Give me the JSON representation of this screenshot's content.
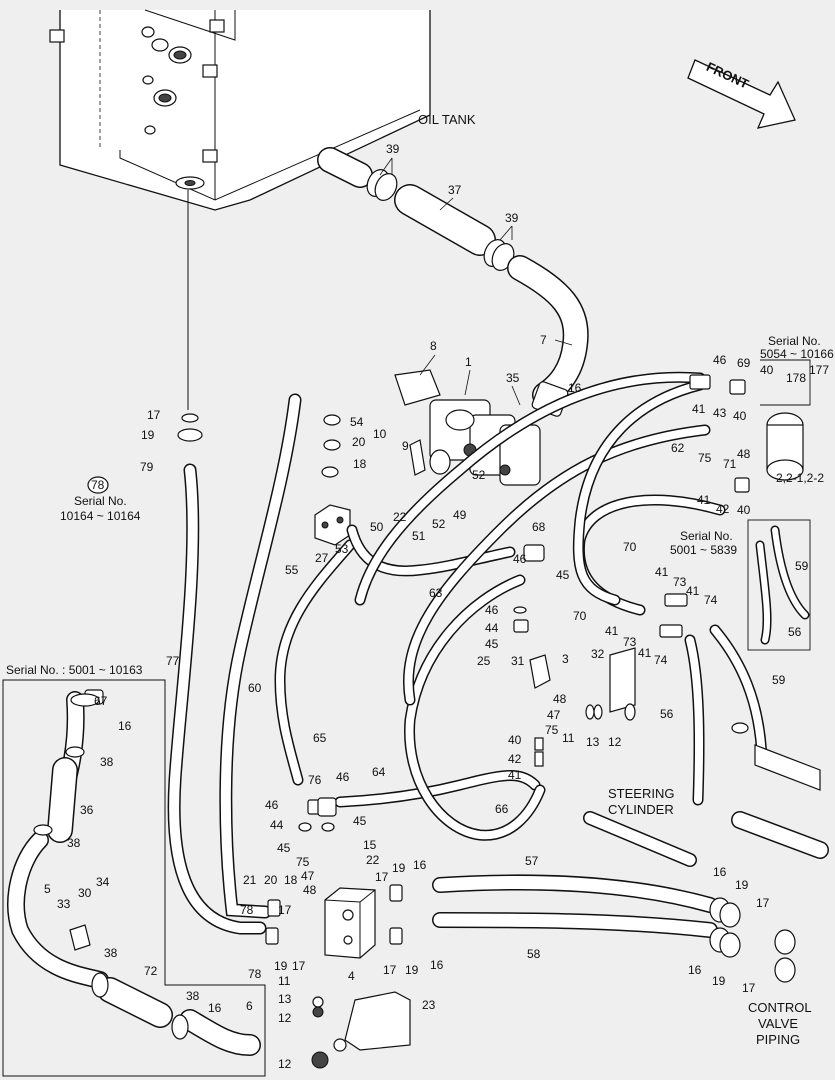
{
  "labels": {
    "oil_tank": "OIL TANK",
    "front": "FRONT",
    "steering_cylinder_1": "STEERING",
    "steering_cylinder_2": "CYLINDER",
    "control_valve_1": "CONTROL",
    "control_valve_2": "VALVE",
    "control_valve_3": "PIPING"
  },
  "serial_notes": {
    "right_top_title": "Serial No.",
    "right_top_range": "5054 ~ 10166",
    "right_top_parts": "2,2-1,2-2",
    "right_mid_title": "Serial No.",
    "right_mid_range": "5001 ~ 5839",
    "left_mid_callout": "78",
    "left_mid_title": "Serial No.",
    "left_mid_range": "10164 ~ 10164",
    "inset_title": "Serial No. : 5001 ~ 10163"
  },
  "parts": {
    "p1": "1",
    "p3": "3",
    "p4": "4",
    "p5": "5",
    "p6": "6",
    "p7": "7",
    "p8": "8",
    "p9": "9",
    "p10": "10",
    "p11": "11",
    "p11b": "11",
    "p12": "12",
    "p12b": "12",
    "p12c": "12",
    "p13": "13",
    "p13b": "13",
    "p15": "15",
    "p16": "16",
    "p16b": "16",
    "p16c": "16",
    "p16d": "16",
    "p16e": "16",
    "p16f": "16",
    "p16g": "16",
    "p17": "17",
    "p17b": "17",
    "p17c": "17",
    "p17d": "17",
    "p17e": "17",
    "p17f": "17",
    "p17g": "17",
    "p18": "18",
    "p18b": "18",
    "p19": "19",
    "p19b": "19",
    "p19c": "19",
    "p19d": "19",
    "p19e": "19",
    "p19f": "19",
    "p20": "20",
    "p20b": "20",
    "p21": "21",
    "p22": "22",
    "p22b": "22",
    "p23": "23",
    "p25": "25",
    "p27": "27",
    "p30": "30",
    "p31": "31",
    "p32": "32",
    "p33": "33",
    "p34": "34",
    "p35": "35",
    "p36": "36",
    "p37": "37",
    "p38": "38",
    "p38b": "38",
    "p38c": "38",
    "p38d": "38",
    "p39": "39",
    "p39b": "39",
    "p40": "40",
    "p40b": "40",
    "p40c": "40",
    "p40d": "40",
    "p41": "41",
    "p41b": "41",
    "p41c": "41",
    "p41d": "41",
    "p41e": "41",
    "p42": "42",
    "p42b": "42",
    "p43": "43",
    "p44": "44",
    "p44b": "44",
    "p45": "45",
    "p45b": "45",
    "p45c": "45",
    "p45d": "45",
    "p46": "46",
    "p46b": "46",
    "p46c": "46",
    "p46d": "46",
    "p46e": "46",
    "p47": "47",
    "p47b": "47",
    "p48": "48",
    "p48b": "48",
    "p48c": "48",
    "p49": "49",
    "p50": "50",
    "p51": "51",
    "p52": "52",
    "p52b": "52",
    "p53": "53",
    "p54": "54",
    "p55": "55",
    "p56": "56",
    "p56b": "56",
    "p57": "57",
    "p58": "58",
    "p59": "59",
    "p59b": "59",
    "p60": "60",
    "p62": "62",
    "p63": "63",
    "p64": "64",
    "p65": "65",
    "p66": "66",
    "p67": "67",
    "p68": "68",
    "p69": "69",
    "p70": "70",
    "p70b": "70",
    "p71": "71",
    "p72": "72",
    "p73": "73",
    "p73b": "73",
    "p74": "74",
    "p74b": "74",
    "p75": "75",
    "p75b": "75",
    "p75c": "75",
    "p76": "76",
    "p77": "77",
    "p78": "78",
    "p78b": "78",
    "p79": "79",
    "p177": "177",
    "p178": "178"
  }
}
